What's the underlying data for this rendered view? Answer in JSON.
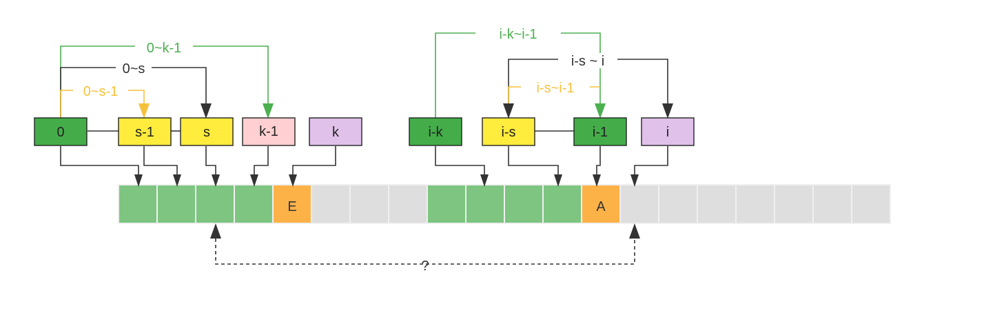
{
  "colors": {
    "green_dark": "#44ad4a",
    "green_cell": "#7dc580",
    "yellow": "#ffec3d",
    "pink": "#ffcfd1",
    "purple": "#e0c1ea",
    "orange": "#fdb248",
    "gray_cell": "#dedede",
    "line_green": "#4caf50",
    "line_orange": "#f6c13c",
    "line_black": "#333333"
  },
  "nodes": {
    "n0": "0",
    "ns1": "s-1",
    "ns": "s",
    "nk1": "k-1",
    "nk": "k",
    "nik": "i-k",
    "nis": "i-s",
    "ni1": "i-1",
    "ni": "i"
  },
  "edge_labels": {
    "range_0_k1": "0~k-1",
    "range_0_s": "0~s",
    "range_0_s1": "0~s-1",
    "range_ik_i1": "i-k~i-1",
    "range_is_i": "i-s ~ i",
    "range_is_i1": "i-s~i-1",
    "question": "?"
  },
  "array": {
    "cells": [
      {
        "color": "green",
        "label": ""
      },
      {
        "color": "green",
        "label": ""
      },
      {
        "color": "green",
        "label": ""
      },
      {
        "color": "green",
        "label": ""
      },
      {
        "color": "orange",
        "label": "E"
      },
      {
        "color": "gray",
        "label": ""
      },
      {
        "color": "gray",
        "label": ""
      },
      {
        "color": "gray",
        "label": ""
      },
      {
        "color": "green",
        "label": ""
      },
      {
        "color": "green",
        "label": ""
      },
      {
        "color": "green",
        "label": ""
      },
      {
        "color": "green",
        "label": ""
      },
      {
        "color": "orange",
        "label": "A"
      },
      {
        "color": "gray",
        "label": ""
      },
      {
        "color": "gray",
        "label": ""
      },
      {
        "color": "gray",
        "label": ""
      },
      {
        "color": "gray",
        "label": ""
      },
      {
        "color": "gray",
        "label": ""
      },
      {
        "color": "gray",
        "label": ""
      },
      {
        "color": "gray",
        "label": ""
      }
    ]
  }
}
